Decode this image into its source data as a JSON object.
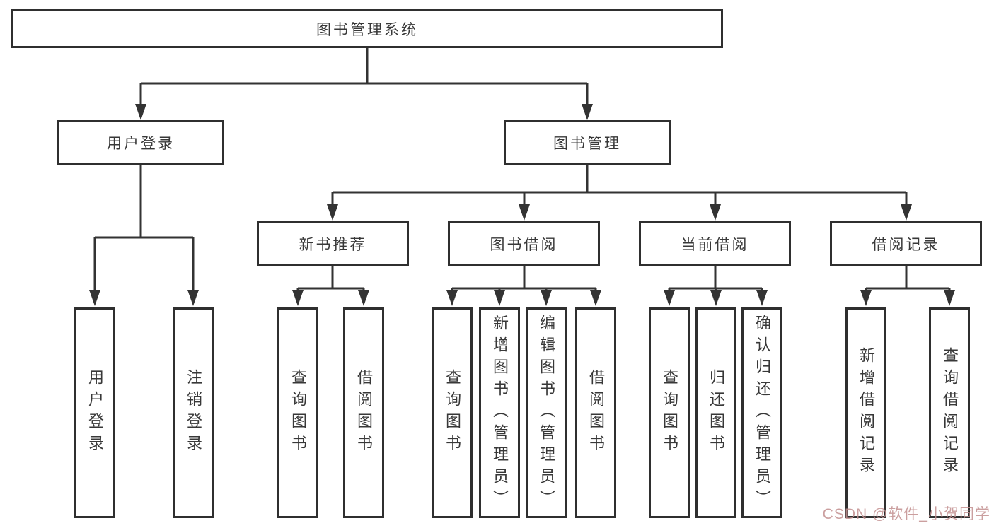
{
  "tree": {
    "root": {
      "label": "图书管理系统"
    },
    "level2": {
      "user_login": {
        "label": "用户登录"
      },
      "book_mgmt": {
        "label": "图书管理"
      }
    },
    "level3": {
      "new_books": {
        "label": "新书推荐"
      },
      "book_borrow": {
        "label": "图书借阅"
      },
      "current_borrow": {
        "label": "当前借阅"
      },
      "borrow_records": {
        "label": "借阅记录"
      }
    },
    "leaves": {
      "user_login": [
        "用户登录",
        "注销登录"
      ],
      "new_books": [
        "查询图书",
        "借阅图书"
      ],
      "book_borrow": [
        "查询图书",
        "新增图书（管理员）",
        "编辑图书（管理员）",
        "借阅图书"
      ],
      "current_borrow": [
        "查询图书",
        "归还图书",
        "确认归还（管理员）"
      ],
      "borrow_records": [
        "新增借阅记录",
        "查询借阅记录"
      ]
    }
  },
  "watermark": {
    "text": "CSDN @软件_小贺同学",
    "color": "#c28f8f"
  },
  "style": {
    "line_color": "#333333",
    "border_color": "#2f2f2f",
    "text_color": "#383838",
    "background": "#ffffff"
  }
}
